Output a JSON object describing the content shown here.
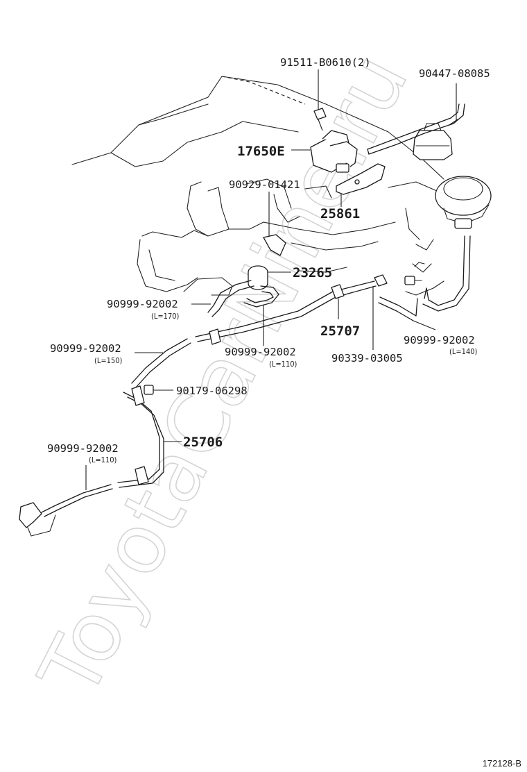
{
  "watermark": {
    "text": "ToyotaCarNine.ru",
    "color": "#d4d4d4"
  },
  "figure_code": "172128-B",
  "parts": {
    "bolt_91511": {
      "number": "91511-B0610(2)"
    },
    "hose_90447": {
      "number": "90447-08085"
    },
    "vsv_17650e": {
      "number": "17650E"
    },
    "clip_90929": {
      "number": "90929-01421"
    },
    "bracket_25861": {
      "number": "25861"
    },
    "filter_23265": {
      "number": "23265"
    },
    "hose_l170": {
      "number": "90999-92002",
      "length": "(L=170)"
    },
    "pipe_25707": {
      "number": "25707"
    },
    "hose_l140": {
      "number": "90999-92002",
      "length": "(L=140)"
    },
    "hose_l150": {
      "number": "90999-92002",
      "length": "(L=150)"
    },
    "hose_l110_mid": {
      "number": "90999-92002",
      "length": "(L=110)"
    },
    "cap_90339": {
      "number": "90339-03005"
    },
    "nut_90179": {
      "number": "90179-06298"
    },
    "pipe_25706": {
      "number": "25706"
    },
    "hose_l110_low": {
      "number": "90999-92002",
      "length": "(L=110)"
    }
  }
}
